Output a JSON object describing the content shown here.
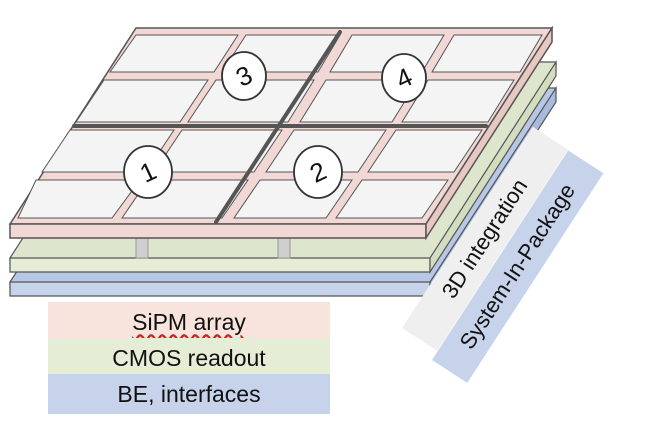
{
  "chips": [
    {
      "label": "1"
    },
    {
      "label": "2"
    },
    {
      "label": "3"
    },
    {
      "label": "4"
    }
  ],
  "legend": [
    {
      "label": "SiPM array",
      "color": "#f8e4dc"
    },
    {
      "label": "CMOS readout",
      "color": "#e6edd7"
    },
    {
      "label": "BE, interfaces",
      "color": "#c6d3eb"
    }
  ],
  "side_labels": {
    "integration": "3D integration",
    "package": "System-In-Package"
  },
  "colors": {
    "top_layer": "#f1d8d4",
    "middle_layer": "#e6edd7",
    "bottom_layer": "#c6d3eb",
    "integration_band": "#efefef",
    "package_band": "#c6d3eb"
  }
}
